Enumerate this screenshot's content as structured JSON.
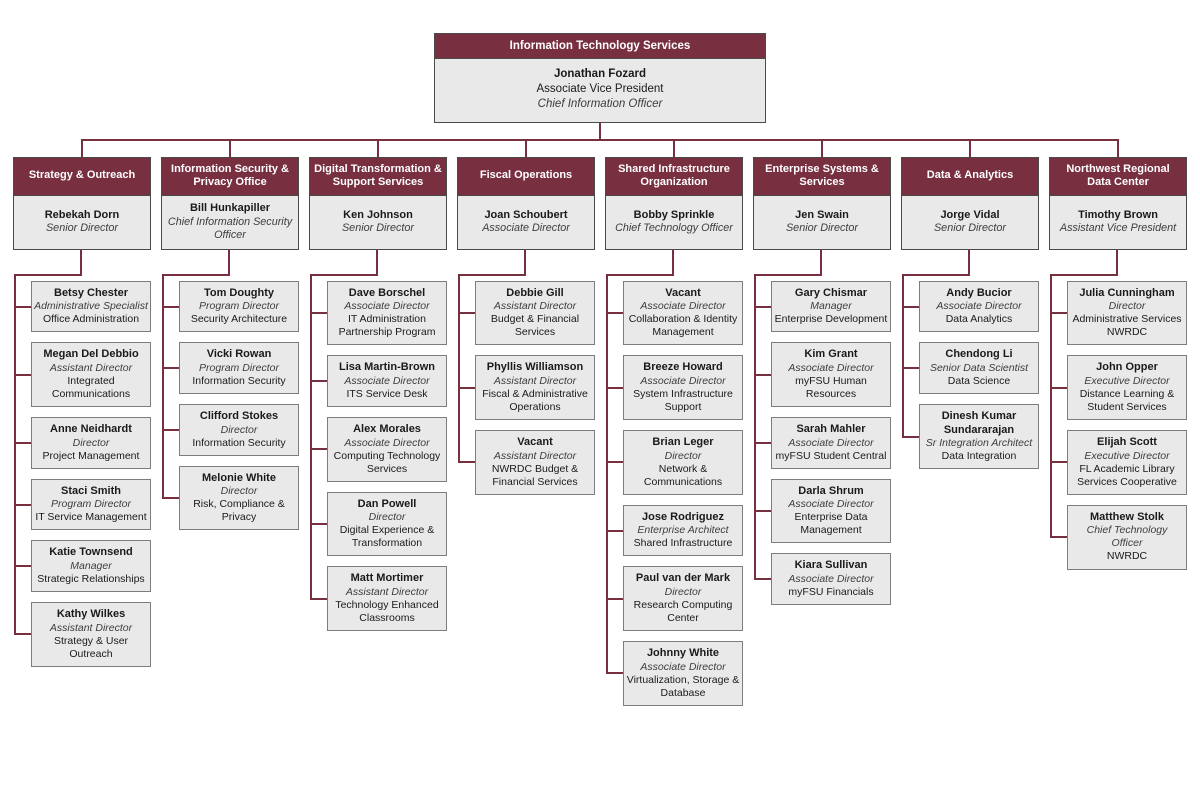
{
  "colors": {
    "garnet": "#782F40",
    "box_fill": "#E9E9E9",
    "box_border": "#7d7d7d",
    "connector": "#782F40"
  },
  "root": {
    "header": "Information Technology Services",
    "name": "Jonathan Fozard",
    "title": "Associate Vice President",
    "subtitle": "Chief Information Officer"
  },
  "divisions": [
    {
      "header": "Strategy & Outreach",
      "name": "Rebekah Dorn",
      "title": "Senior Director",
      "members": [
        {
          "name": "Betsy Chester",
          "title": "Administrative Specialist",
          "unit": "Office Administration"
        },
        {
          "name": "Megan Del Debbio",
          "title": "Assistant Director",
          "unit": "Integrated Communications"
        },
        {
          "name": "Anne Neidhardt",
          "title": "Director",
          "unit": "Project Management"
        },
        {
          "name": "Staci Smith",
          "title": "Program Director",
          "unit": "IT Service Management"
        },
        {
          "name": "Katie Townsend",
          "title": "Manager",
          "unit": "Strategic Relationships"
        },
        {
          "name": "Kathy Wilkes",
          "title": "Assistant Director",
          "unit": "Strategy & User Outreach"
        }
      ]
    },
    {
      "header": "Information Security & Privacy Office",
      "name": "Bill Hunkapiller",
      "title": "Chief Information Security Officer",
      "members": [
        {
          "name": "Tom Doughty",
          "title": "Program Director",
          "unit": "Security Architecture"
        },
        {
          "name": "Vicki Rowan",
          "title": "Program Director",
          "unit": "Information Security"
        },
        {
          "name": "Clifford Stokes",
          "title": "Director",
          "unit": "Information Security"
        },
        {
          "name": "Melonie White",
          "title": "Director",
          "unit": "Risk, Compliance & Privacy"
        }
      ]
    },
    {
      "header": "Digital Transformation & Support Services",
      "name": "Ken Johnson",
      "title": "Senior Director",
      "members": [
        {
          "name": "Dave Borschel",
          "title": "Associate Director",
          "unit": "IT Administration Partnership Program"
        },
        {
          "name": "Lisa Martin-Brown",
          "title": "Associate Director",
          "unit": "ITS Service Desk"
        },
        {
          "name": "Alex Morales",
          "title": "Associate Director",
          "unit": "Computing Technology Services"
        },
        {
          "name": "Dan Powell",
          "title": "Director",
          "unit": "Digital Experience & Transformation"
        },
        {
          "name": "Matt Mortimer",
          "title": "Assistant Director",
          "unit": "Technology Enhanced Classrooms"
        }
      ]
    },
    {
      "header": "Fiscal Operations",
      "name": "Joan Schoubert",
      "title": "Associate Director",
      "members": [
        {
          "name": "Debbie Gill",
          "title": "Assistant Director",
          "unit": "Budget & Financial Services"
        },
        {
          "name": "Phyllis Williamson",
          "title": "Assistant Director",
          "unit": "Fiscal & Administrative Operations"
        },
        {
          "name": "Vacant",
          "title": "Assistant Director",
          "unit": "NWRDC Budget & Financial Services"
        }
      ]
    },
    {
      "header": "Shared Infrastructure Organization",
      "name": "Bobby Sprinkle",
      "title": "Chief Technology Officer",
      "members": [
        {
          "name": "Vacant",
          "title": "Associate Director",
          "unit": "Collaboration & Identity Management"
        },
        {
          "name": "Breeze Howard",
          "title": "Associate Director",
          "unit": "System Infrastructure Support"
        },
        {
          "name": "Brian Leger",
          "title": "Director",
          "unit": "Network & Communications"
        },
        {
          "name": "Jose Rodriguez",
          "title": "Enterprise Architect",
          "unit": "Shared Infrastructure"
        },
        {
          "name": "Paul van der Mark",
          "title": "Director",
          "unit": "Research Computing Center"
        },
        {
          "name": "Johnny White",
          "title": "Associate Director",
          "unit": "Virtualization, Storage & Database"
        }
      ]
    },
    {
      "header": "Enterprise Systems & Services",
      "name": "Jen Swain",
      "title": "Senior Director",
      "members": [
        {
          "name": "Gary Chismar",
          "title": "Manager",
          "unit": "Enterprise Development"
        },
        {
          "name": "Kim Grant",
          "title": "Associate Director",
          "unit": "myFSU Human Resources"
        },
        {
          "name": "Sarah Mahler",
          "title": "Associate Director",
          "unit": "myFSU Student Central"
        },
        {
          "name": "Darla Shrum",
          "title": "Associate Director",
          "unit": "Enterprise Data Management"
        },
        {
          "name": "Kiara Sullivan",
          "title": "Associate Director",
          "unit": "myFSU Financials"
        }
      ]
    },
    {
      "header": "Data & Analytics",
      "name": "Jorge Vidal",
      "title": "Senior Director",
      "members": [
        {
          "name": "Andy Bucior",
          "title": "Associate Director",
          "unit": "Data Analytics"
        },
        {
          "name": "Chendong Li",
          "title": "Senior Data Scientist",
          "unit": "Data Science"
        },
        {
          "name": "Dinesh Kumar Sundararajan",
          "title": "Sr Integration Architect",
          "unit": "Data Integration"
        }
      ]
    },
    {
      "header": "Northwest Regional Data Center",
      "name": "Timothy Brown",
      "title": "Assistant Vice President",
      "members": [
        {
          "name": "Julia Cunningham",
          "title": "Director",
          "unit": "Administrative Services NWRDC"
        },
        {
          "name": "John Opper",
          "title": "Executive Director",
          "unit": "Distance Learning & Student Services"
        },
        {
          "name": "Elijah Scott",
          "title": "Executive Director",
          "unit": "FL Academic Library Services Cooperative"
        },
        {
          "name": "Matthew Stolk",
          "title": "Chief Technology Officer",
          "unit": "NWRDC"
        }
      ]
    }
  ]
}
